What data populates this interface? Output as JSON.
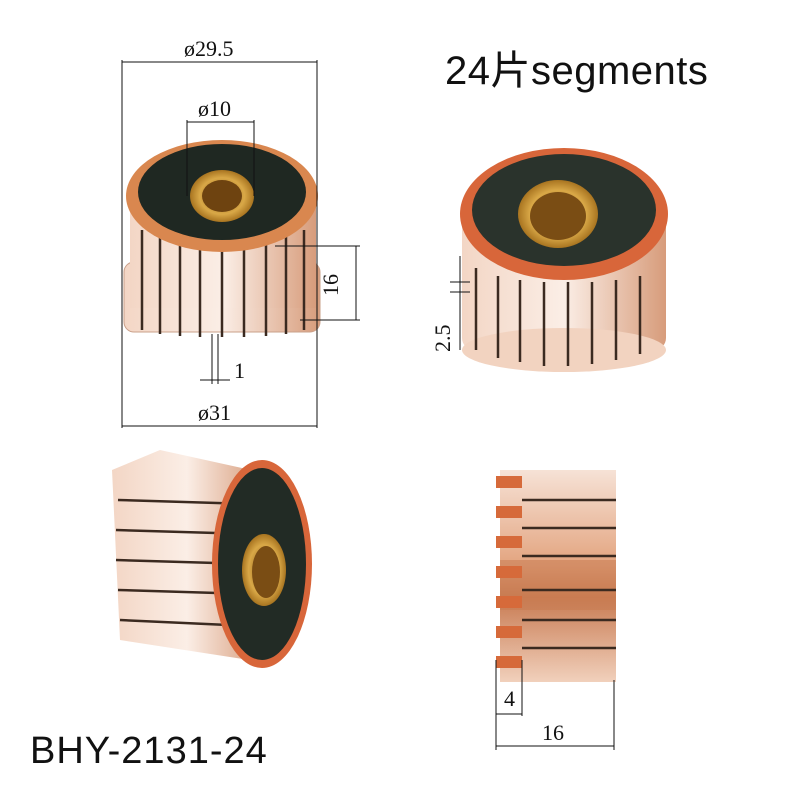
{
  "header": {
    "title": "24片segments"
  },
  "footer": {
    "model": "BHY-2131-24"
  },
  "dimensions": {
    "outer_top": "ø29.5",
    "bore": "ø10",
    "height": "16",
    "slot": "1",
    "outer_bottom": "ø31",
    "hook": "2.5",
    "side_step": "4",
    "side_length": "16"
  },
  "colors": {
    "copper": "#e9b79a",
    "copper_dark": "#b8643a",
    "insulator": "#2a332c",
    "brass": "#c89a3a"
  }
}
